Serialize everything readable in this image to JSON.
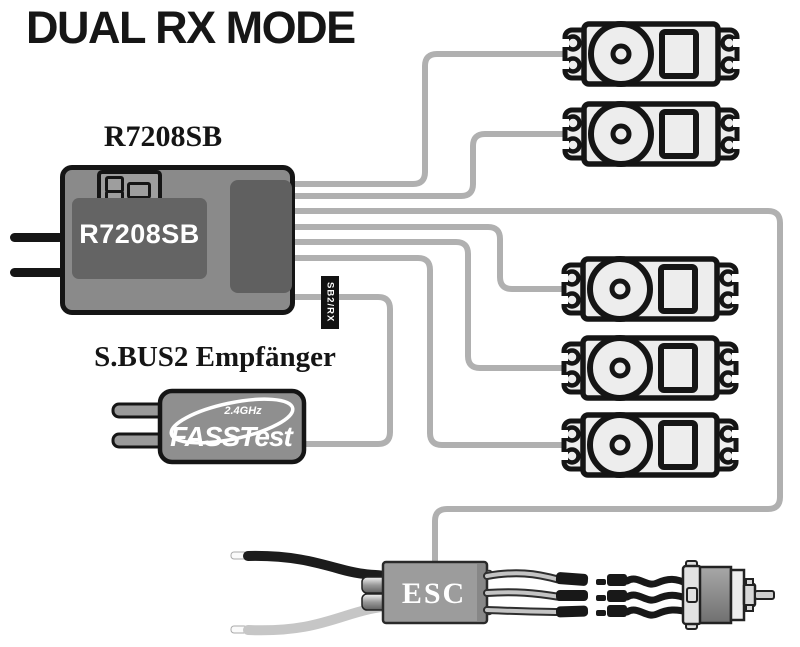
{
  "title": "DUAL RX MODE",
  "receiver": {
    "caption": "R7208SB",
    "body_label": "R7208SB",
    "port_tag": "SB2/RX"
  },
  "sbus2_receiver": {
    "caption": "S.BUS2 Empfänger",
    "logo_brand": "FASSTest",
    "logo_freq": "2.4GHz"
  },
  "esc": {
    "label": "ESC"
  },
  "servo_groups": [
    {
      "position": "top-right",
      "count": 2
    },
    {
      "position": "middle-right",
      "count": 3
    }
  ],
  "colors": {
    "wire": "#b0b0b0",
    "outline": "#151515",
    "receiver_body": "#8a8a8a",
    "receiver_panel": "#646464",
    "servo_fill": "#ededed",
    "esc_body": "#9c9c9c",
    "background": "#ffffff"
  }
}
